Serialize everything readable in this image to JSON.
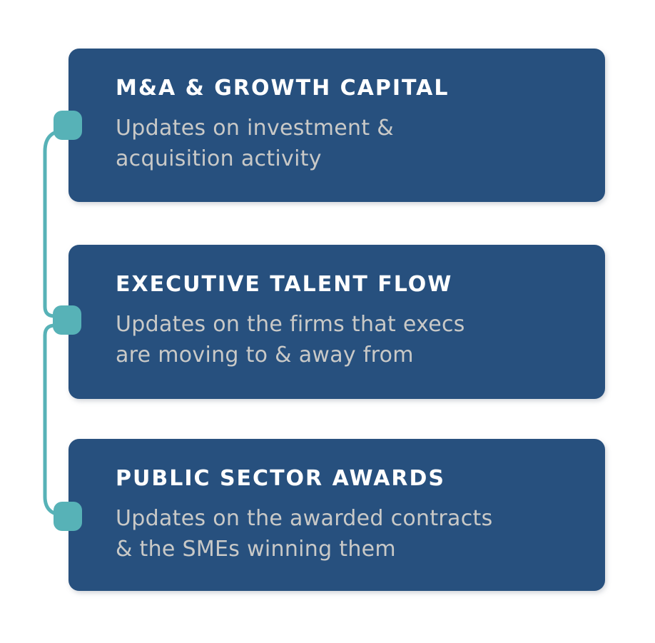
{
  "infographic": {
    "colors": {
      "card_background": "#27507e",
      "accent_teal": "#57b2b7",
      "title_text": "#ffffff",
      "subtitle_text": "#c9c9c7",
      "page_background": "#ffffff"
    },
    "cards": [
      {
        "title": "M&A & GROWTH CAPITAL",
        "subtitle_lines": [
          "Updates on investment &",
          "acquisition activity"
        ]
      },
      {
        "title": "EXECUTIVE TALENT FLOW",
        "subtitle_lines": [
          "Updates on the firms that execs",
          "are moving to & away from"
        ]
      },
      {
        "title": "PUBLIC SECTOR AWARDS",
        "subtitle_lines": [
          "Updates on the awarded contracts",
          "& the SMEs winning them"
        ]
      }
    ]
  }
}
